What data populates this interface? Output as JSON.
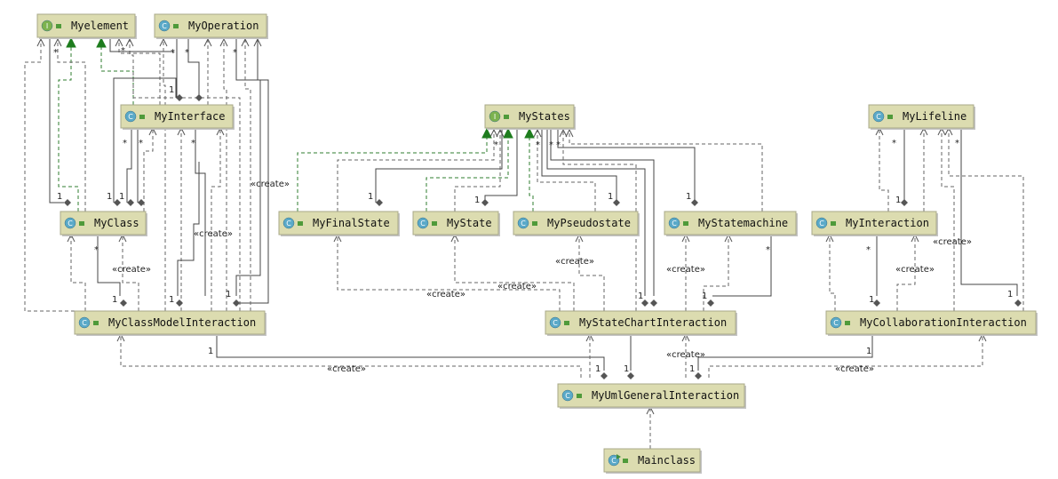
{
  "diagram": {
    "nodes": [
      {
        "id": "myelement",
        "label": "Myelement",
        "kind": "interface",
        "badge": "I"
      },
      {
        "id": "myoperation",
        "label": "MyOperation",
        "kind": "class",
        "badge": "C"
      },
      {
        "id": "myinterface",
        "label": "MyInterface",
        "kind": "class",
        "badge": "C"
      },
      {
        "id": "myclass",
        "label": "MyClass",
        "kind": "class",
        "badge": "C"
      },
      {
        "id": "mystates",
        "label": "MyStates",
        "kind": "interface",
        "badge": "I"
      },
      {
        "id": "myfinalstate",
        "label": "MyFinalState",
        "kind": "class",
        "badge": "C"
      },
      {
        "id": "mystate",
        "label": "MyState",
        "kind": "class",
        "badge": "C"
      },
      {
        "id": "mypseudostate",
        "label": "MyPseudostate",
        "kind": "class",
        "badge": "C"
      },
      {
        "id": "mystatemachine",
        "label": "MyStatemachine",
        "kind": "class",
        "badge": "C"
      },
      {
        "id": "mylifeline",
        "label": "MyLifeline",
        "kind": "class",
        "badge": "C"
      },
      {
        "id": "myinteraction",
        "label": "MyInteraction",
        "kind": "class",
        "badge": "C"
      },
      {
        "id": "myclassmodelinteraction",
        "label": "MyClassModelInteraction",
        "kind": "class",
        "badge": "C"
      },
      {
        "id": "mystatechartinteraction",
        "label": "MyStateChartInteraction",
        "kind": "class",
        "badge": "C"
      },
      {
        "id": "mycollaborationinteraction",
        "label": "MyCollaborationInteraction",
        "kind": "class",
        "badge": "C"
      },
      {
        "id": "myumlgeneralinteraction",
        "label": "MyUmlGeneralInteraction",
        "kind": "class",
        "badge": "C"
      },
      {
        "id": "mainclass",
        "label": "Mainclass",
        "kind": "main",
        "badge": "C"
      }
    ],
    "create_label": "«create»",
    "multiplicity_one": "1",
    "multiplicity_many": "*"
  },
  "colors": {
    "node_fill": "#dcdcb0",
    "class_badge": "#5aa9c8",
    "interface_badge": "#7cb24e",
    "realization_arrow": "#1e7d1e",
    "edge": "#444444"
  }
}
